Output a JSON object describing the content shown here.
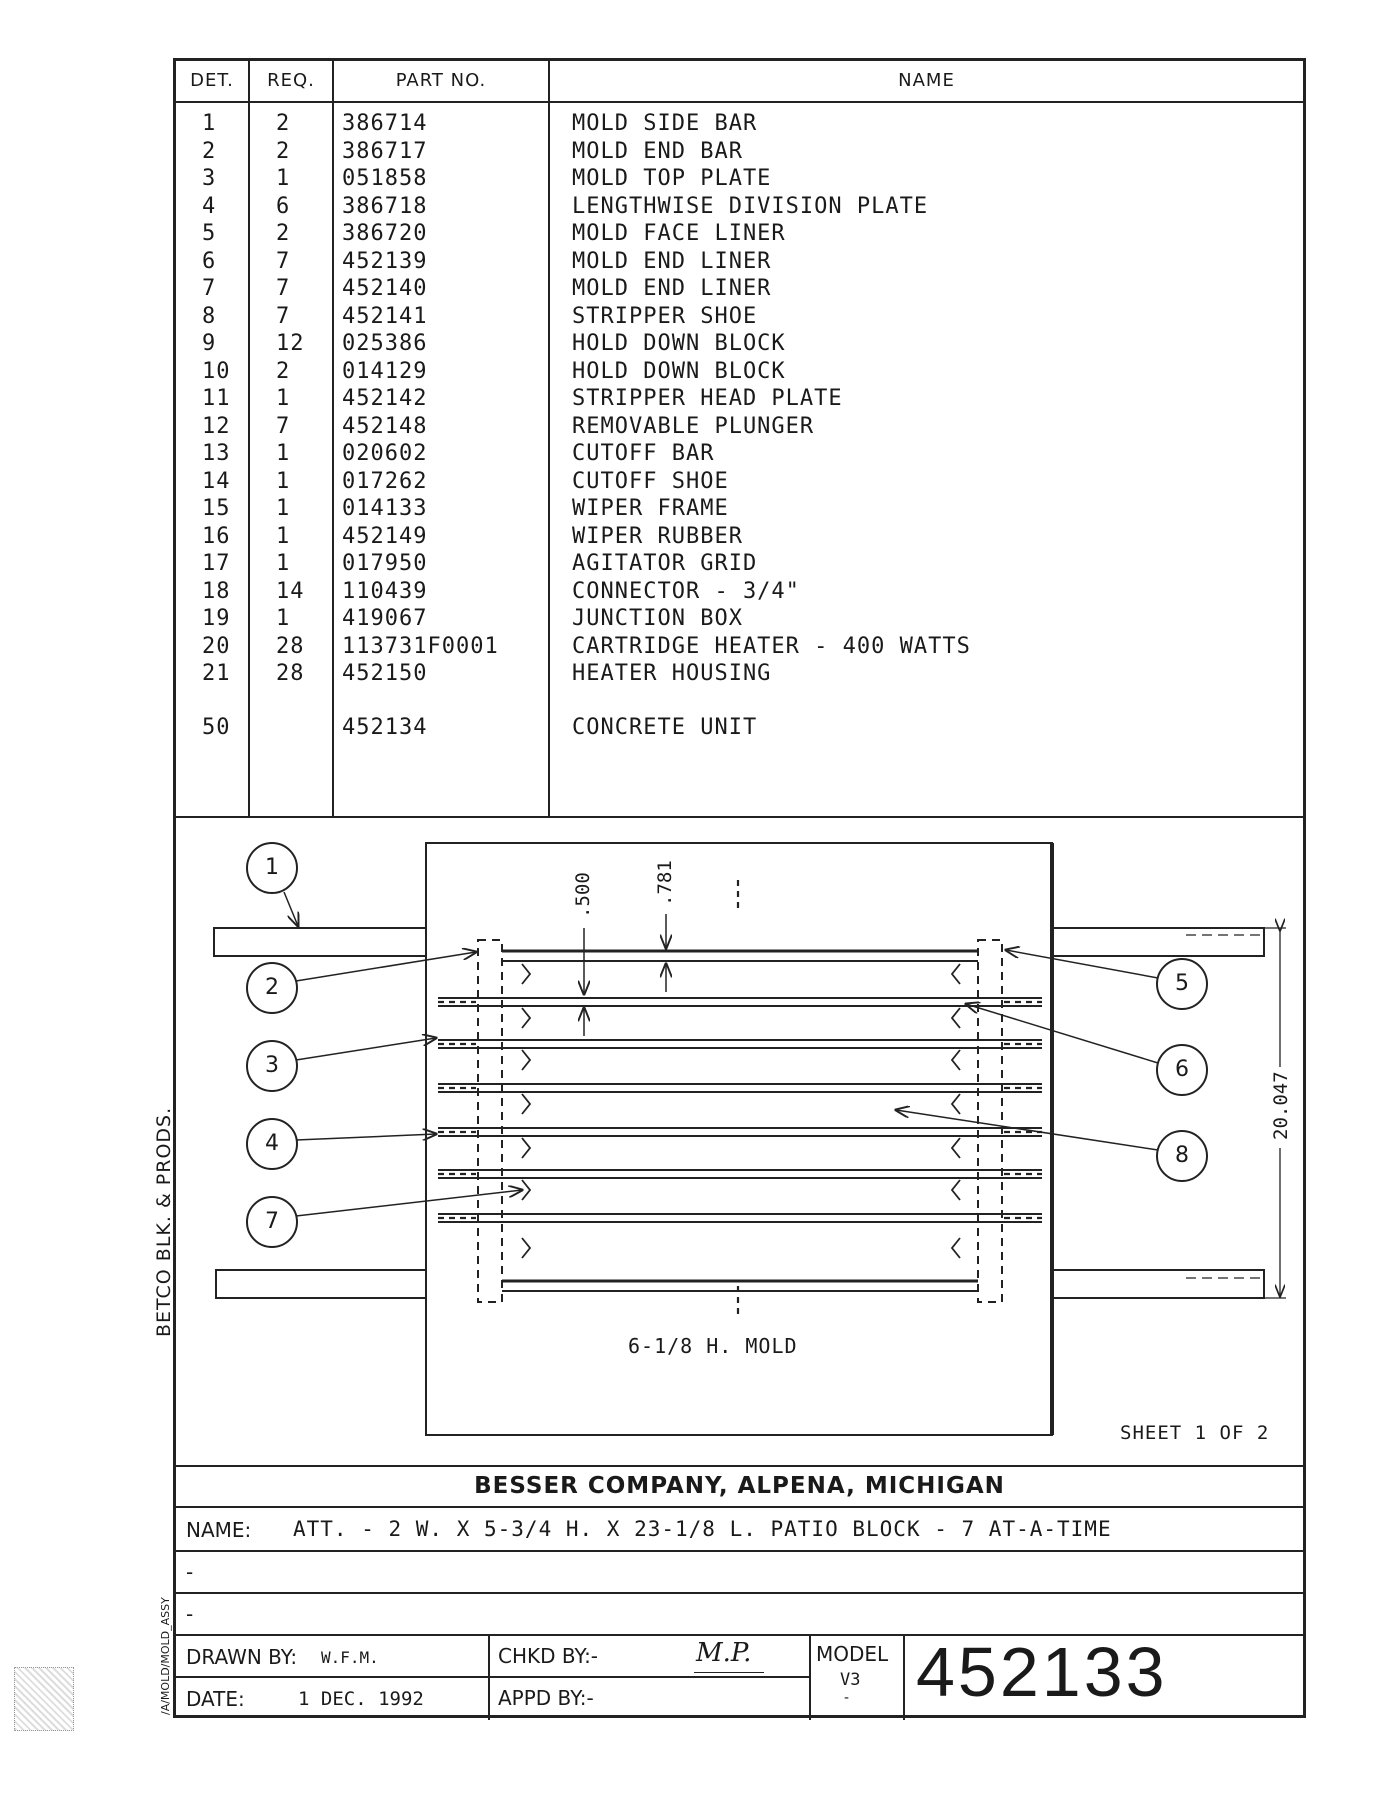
{
  "bom": {
    "headers": {
      "det": "DET.",
      "req": "REQ.",
      "part": "PART NO.",
      "name": "NAME"
    },
    "rows": [
      {
        "det": "1",
        "req": "2",
        "part": "386714",
        "name": "MOLD SIDE BAR"
      },
      {
        "det": "2",
        "req": "2",
        "part": "386717",
        "name": "MOLD END BAR"
      },
      {
        "det": "3",
        "req": "1",
        "part": "051858",
        "name": "MOLD TOP PLATE"
      },
      {
        "det": "4",
        "req": "6",
        "part": "386718",
        "name": "LENGTHWISE DIVISION PLATE"
      },
      {
        "det": "5",
        "req": "2",
        "part": "386720",
        "name": "MOLD FACE LINER"
      },
      {
        "det": "6",
        "req": "7",
        "part": "452139",
        "name": "MOLD END LINER"
      },
      {
        "det": "7",
        "req": "7",
        "part": "452140",
        "name": "MOLD END LINER"
      },
      {
        "det": "8",
        "req": "7",
        "part": "452141",
        "name": "STRIPPER SHOE"
      },
      {
        "det": "9",
        "req": "12",
        "part": "025386",
        "name": "HOLD DOWN BLOCK"
      },
      {
        "det": "10",
        "req": "2",
        "part": "014129",
        "name": "HOLD DOWN BLOCK"
      },
      {
        "det": "11",
        "req": "1",
        "part": "452142",
        "name": "STRIPPER HEAD PLATE"
      },
      {
        "det": "12",
        "req": "7",
        "part": "452148",
        "name": "REMOVABLE PLUNGER"
      },
      {
        "det": "13",
        "req": "1",
        "part": "020602",
        "name": "CUTOFF BAR"
      },
      {
        "det": "14",
        "req": "1",
        "part": "017262",
        "name": "CUTOFF SHOE"
      },
      {
        "det": "15",
        "req": "1",
        "part": "014133",
        "name": "WIPER FRAME"
      },
      {
        "det": "16",
        "req": "1",
        "part": "452149",
        "name": "WIPER RUBBER"
      },
      {
        "det": "17",
        "req": "1",
        "part": "017950",
        "name": "AGITATOR GRID"
      },
      {
        "det": "18",
        "req": "14",
        "part": "110439",
        "name": "CONNECTOR - 3/4\""
      },
      {
        "det": "19",
        "req": "1",
        "part": "419067",
        "name": "JUNCTION BOX"
      },
      {
        "det": "20",
        "req": "28",
        "part": "113731F0001",
        "name": "CARTRIDGE HEATER - 400 WATTS"
      },
      {
        "det": "21",
        "req": "28",
        "part": "452150",
        "name": "HEATER HOUSING"
      },
      {
        "det": "50",
        "req": "",
        "part": "452134",
        "name": "CONCRETE UNIT"
      }
    ]
  },
  "drawing": {
    "callouts": [
      "1",
      "2",
      "3",
      "4",
      "5",
      "6",
      "7",
      "8"
    ],
    "dim_500": ".500",
    "dim_781": ".781",
    "dim_height": "20.047",
    "mold_label": "6-1/8 H. MOLD",
    "sheet_label": "SHEET 1 OF 2",
    "side_label": "BETCO BLK. & PRODS.",
    "path_label": "/A/MOLD/MOLD_ASSY"
  },
  "title_block": {
    "company": "BESSER COMPANY,  ALPENA,  MICHIGAN",
    "name_label": "NAME:",
    "name_value": "ATT. - 2 W. X 5-3/4 H. X 23-1/8 L. PATIO BLOCK - 7 AT-A-TIME",
    "blank1": "-",
    "blank2": "-",
    "drawn_label": "DRAWN BY:",
    "drawn_value": "W.F.M.",
    "date_label": "DATE:",
    "date_value": "1 DEC. 1992",
    "chkd_label": "CHKD BY:-",
    "chkd_initials": "M.P.",
    "appd_label": "APPD BY:-",
    "model_label": "MODEL",
    "model_value": "V3",
    "model_sub": "-",
    "drawing_number": "452133"
  }
}
